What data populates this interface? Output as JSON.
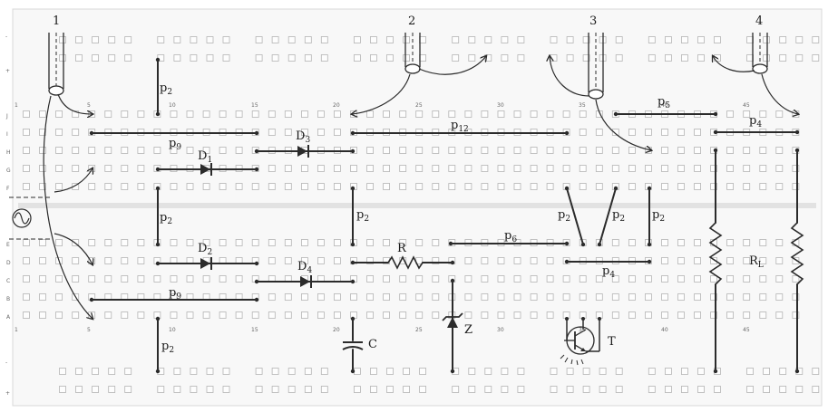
{
  "sources": [
    {
      "label": "1"
    },
    {
      "label": "2"
    },
    {
      "label": "3"
    },
    {
      "label": "4"
    }
  ],
  "wires": {
    "p2": "p",
    "p2_sub": "2",
    "p4": "p",
    "p4_sub": "4",
    "p5": "p",
    "p5_sub": "5",
    "p6": "p",
    "p6_sub": "6",
    "p9": "p",
    "p9_sub": "9",
    "p12": "p",
    "p12_sub": "12"
  },
  "components": {
    "d1": "D",
    "d1_sub": "1",
    "d2": "D",
    "d2_sub": "2",
    "d3": "D",
    "d3_sub": "3",
    "d4": "D",
    "d4_sub": "4",
    "r": "R",
    "rl": "R",
    "rl_sub": "L",
    "c": "C",
    "z": "Z",
    "t": "T"
  },
  "column_numbers": [
    "1",
    "5",
    "10",
    "15",
    "20",
    "25",
    "30",
    "35",
    "40",
    "45"
  ],
  "row_letters_top": [
    "J",
    "I",
    "H",
    "G",
    "F"
  ],
  "row_letters_bottom": [
    "E",
    "D",
    "C",
    "B",
    "A"
  ],
  "rail_signs": [
    "-",
    "+",
    "-",
    "+"
  ]
}
